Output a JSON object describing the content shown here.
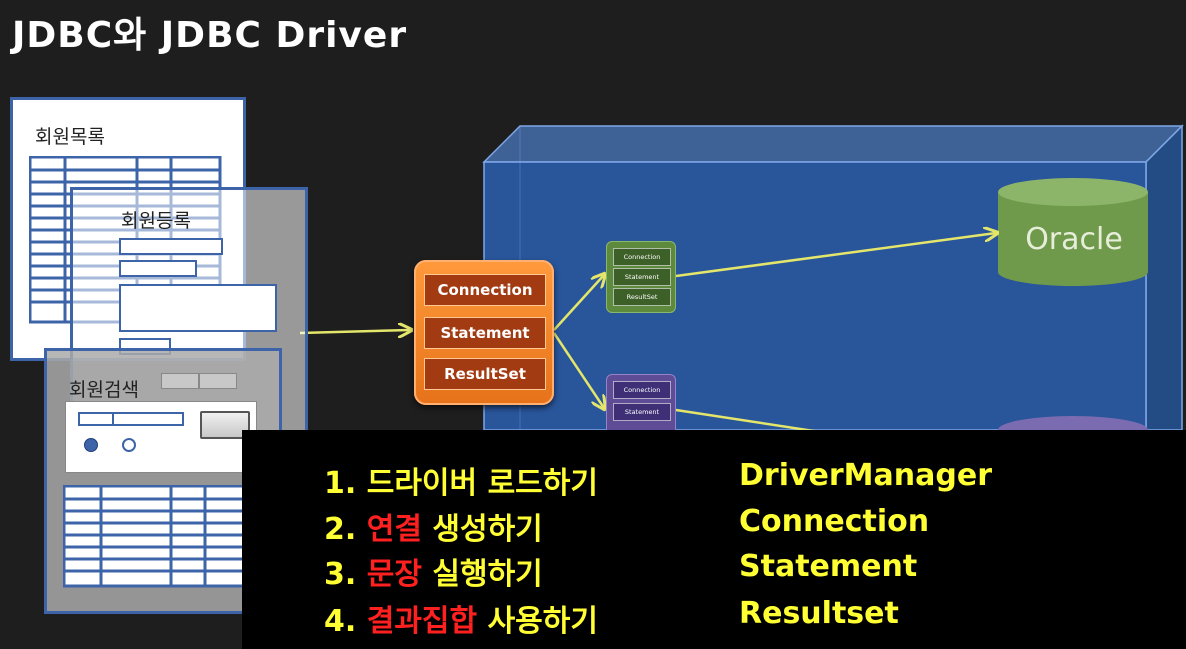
{
  "title": "JDBC와 JDBC Driver",
  "forms": {
    "list_title": "회원목록",
    "register_title": "회원등록",
    "search_title": "회원검색"
  },
  "jdbc_block": [
    "Connection",
    "Statement",
    "ResultSet"
  ],
  "driver_oracle": [
    "Connection",
    "Statement",
    "ResultSet"
  ],
  "driver_other": [
    "Connection",
    "Statement"
  ],
  "database": "Oracle",
  "steps": [
    {
      "num": "1.",
      "pre": "드라이버 로드하기",
      "hl": "",
      "post": ""
    },
    {
      "num": "2.",
      "pre": "",
      "hl": "연결",
      "post": " 생성하기"
    },
    {
      "num": "3.",
      "pre": "",
      "hl": "문장",
      "post": " 실행하기"
    },
    {
      "num": "4.",
      "pre": "",
      "hl": "결과집합",
      "post": " 사용하기"
    }
  ],
  "apis": [
    "DriverManager",
    "Connection",
    "Statement",
    "Resultset"
  ],
  "colors": {
    "accent_yellow": "#ffff33",
    "highlight_red": "#ff2020",
    "box_blue": "#2f5ea8",
    "orange": "#f0821e",
    "oracle_green": "#6f9a4c"
  }
}
